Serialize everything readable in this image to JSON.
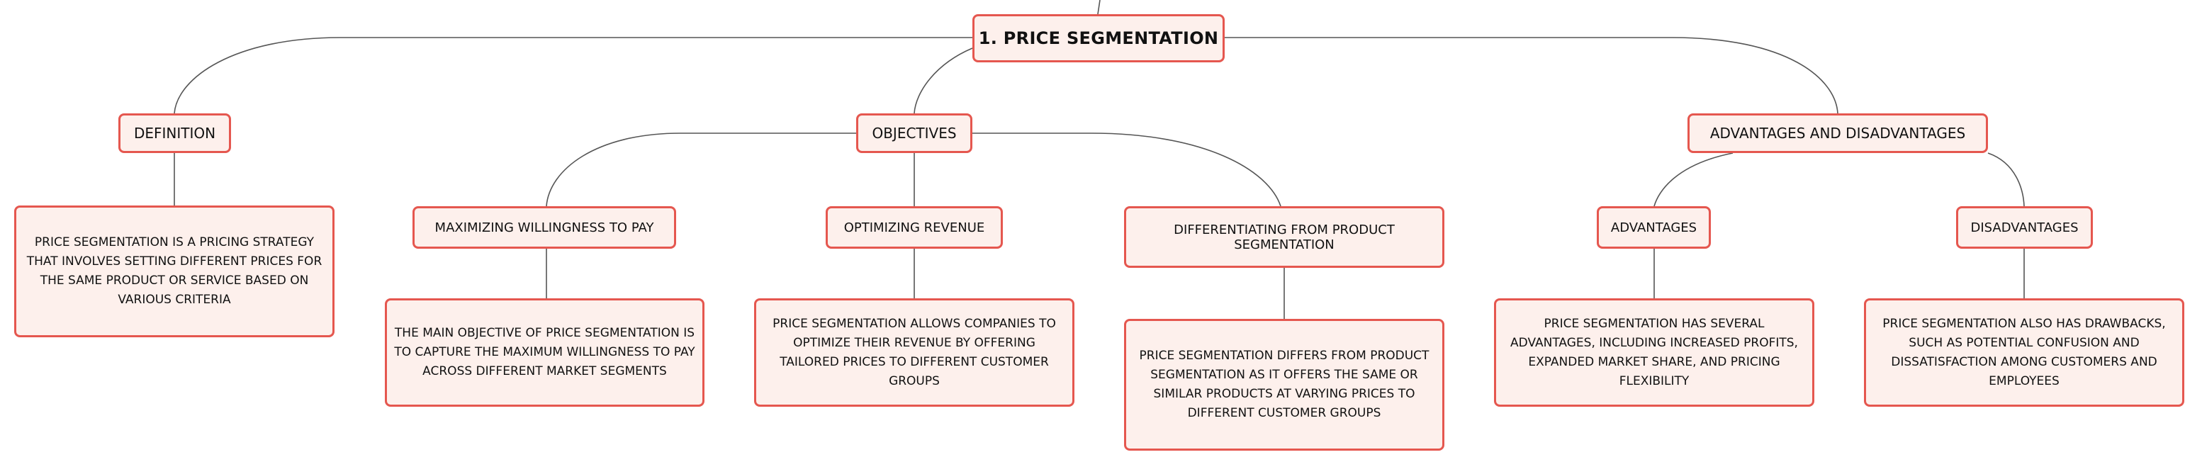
{
  "root": {
    "label": "1. PRICE SEGMENTATION"
  },
  "branches": {
    "definition": {
      "label": "DEFINITION",
      "text": "PRICE SEGMENTATION IS A PRICING STRATEGY THAT INVOLVES SETTING DIFFERENT PRICES FOR THE SAME PRODUCT OR SERVICE BASED ON VARIOUS CRITERIA"
    },
    "objectives": {
      "label": "OBJECTIVES",
      "children": {
        "willingness": {
          "label": "MAXIMIZING WILLINGNESS TO PAY",
          "text": "THE MAIN OBJECTIVE OF PRICE SEGMENTATION IS TO CAPTURE THE MAXIMUM WILLINGNESS TO PAY ACROSS DIFFERENT MARKET SEGMENTS"
        },
        "revenue": {
          "label": "OPTIMIZING REVENUE",
          "text": "PRICE SEGMENTATION ALLOWS COMPANIES TO OPTIMIZE THEIR REVENUE BY OFFERING TAILORED PRICES TO DIFFERENT CUSTOMER GROUPS"
        },
        "differentiating": {
          "label": "DIFFERENTIATING FROM PRODUCT SEGMENTATION",
          "text": "PRICE SEGMENTATION DIFFERS FROM PRODUCT SEGMENTATION AS IT OFFERS THE SAME OR SIMILAR PRODUCTS AT VARYING PRICES TO DIFFERENT CUSTOMER GROUPS"
        }
      }
    },
    "pros_cons": {
      "label": "ADVANTAGES AND DISADVANTAGES",
      "children": {
        "advantages": {
          "label": "ADVANTAGES",
          "text": "PRICE SEGMENTATION HAS SEVERAL ADVANTAGES, INCLUDING INCREASED PROFITS, EXPANDED MARKET SHARE, AND PRICING FLEXIBILITY"
        },
        "disadvantages": {
          "label": "DISADVANTAGES",
          "text": "PRICE SEGMENTATION ALSO HAS DRAWBACKS, SUCH AS POTENTIAL CONFUSION AND DISSATISFACTION AMONG CUSTOMERS AND EMPLOYEES"
        }
      }
    }
  }
}
